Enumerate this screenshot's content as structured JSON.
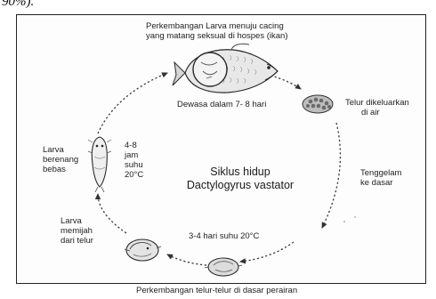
{
  "page_fragment": "90%).",
  "diagram": {
    "title_line1": "Siklus hidup",
    "title_line2": "Dactylogyrus vastator",
    "labels": {
      "top_line1": "Perkembangan Larva menuju cacing",
      "top_line2": "yang matang seksual di hospes (ikan)",
      "adult": "Dewasa dalam 7- 8 hari",
      "eggs_line1": "Telur dikeluarkan",
      "eggs_line2": "di air",
      "sink_line1": "Tenggelam",
      "sink_line2": "ke dasar",
      "incubation": "3-4 hari suhu 20°C",
      "bottom": "Perkembangan telur-telur di dasar perairan",
      "hatch_line1": "Larva",
      "hatch_line2": "memijah",
      "hatch_line3": "dari telur",
      "swim_line1": "Larva",
      "swim_line2": "berenang",
      "swim_line3": "bebas",
      "duration_line1": "4-8",
      "duration_line2": "jam",
      "duration_line3": "suhu",
      "duration_line4": "20°C"
    }
  }
}
